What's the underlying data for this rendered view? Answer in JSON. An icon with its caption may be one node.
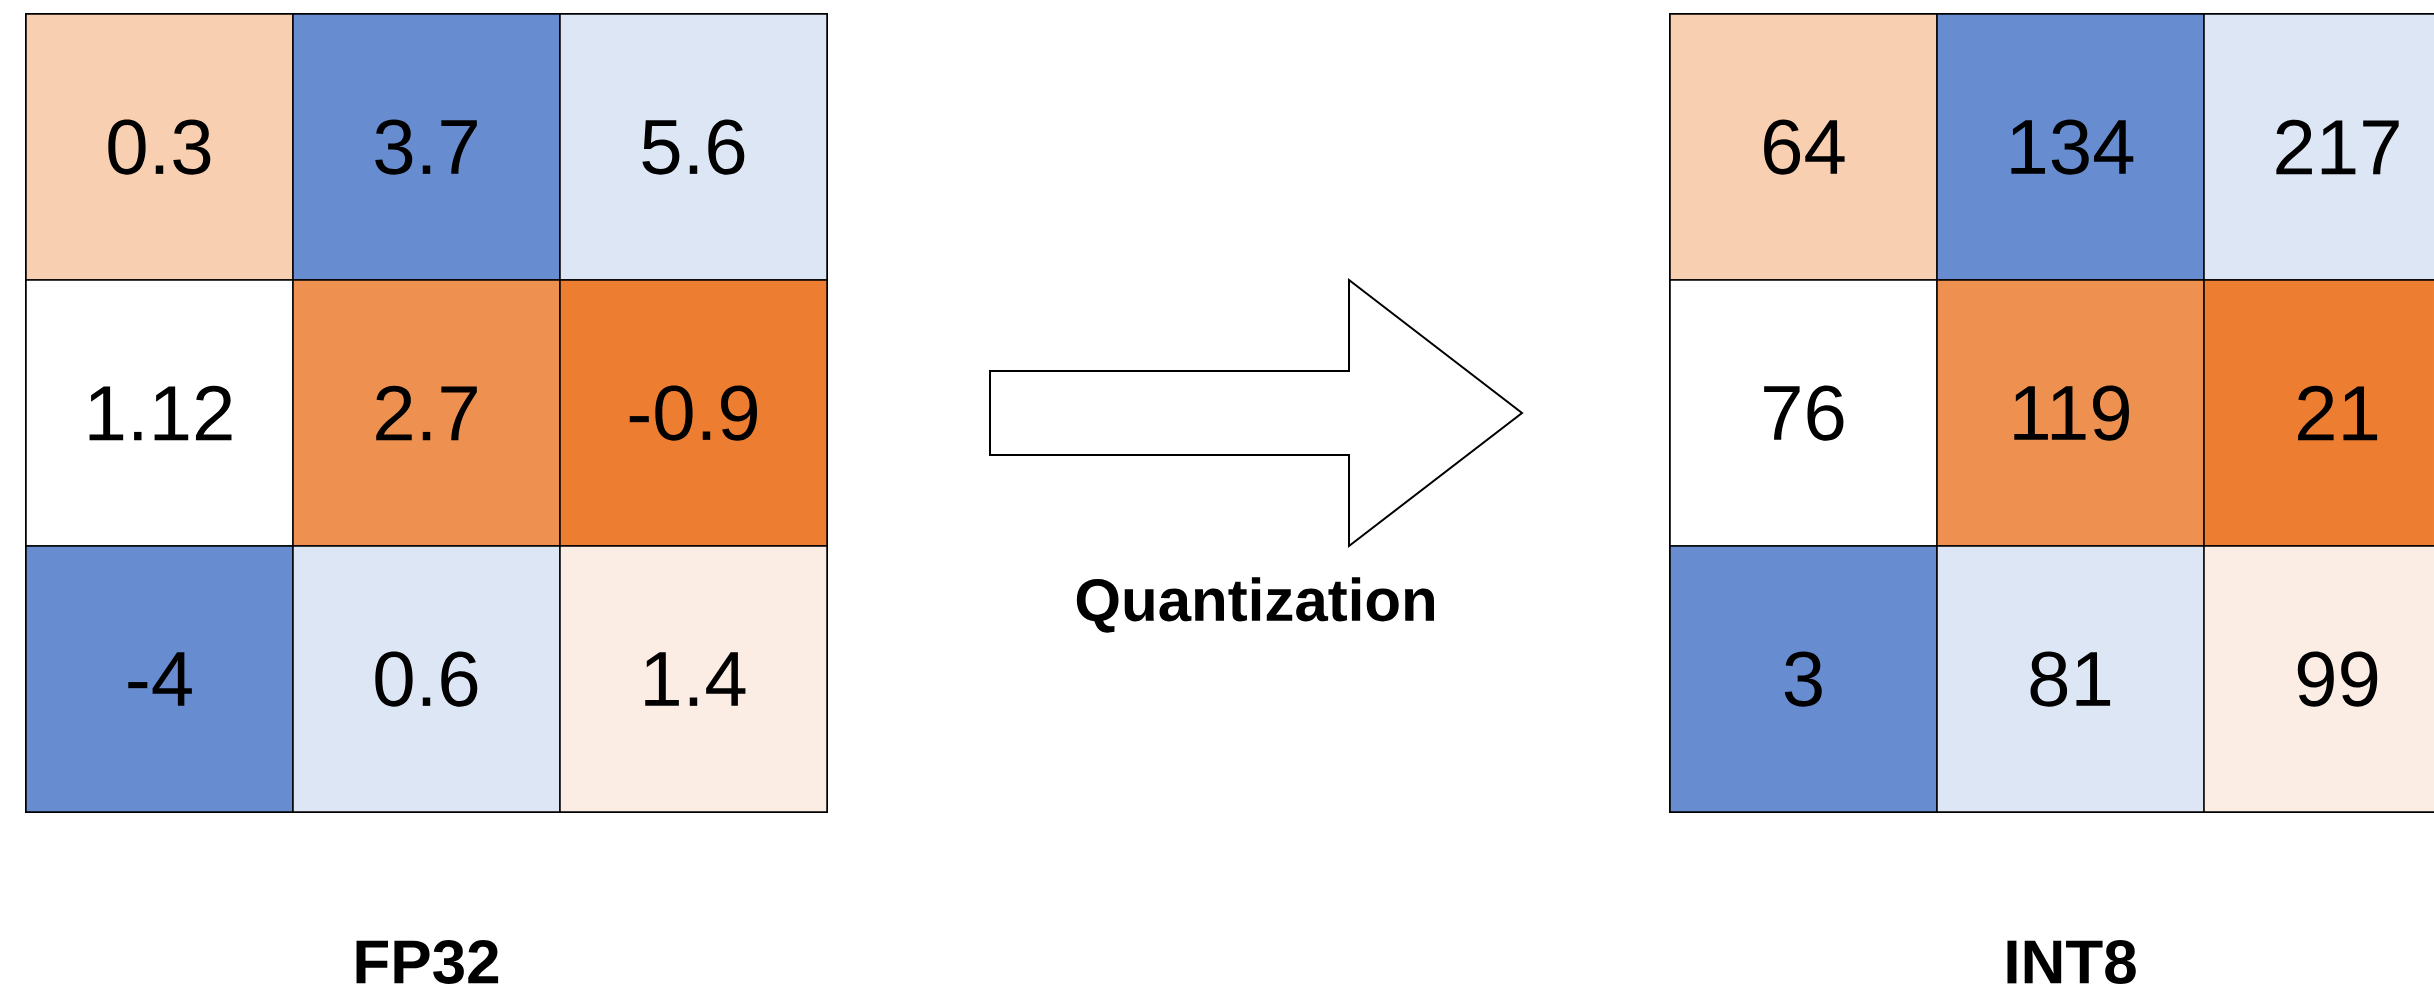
{
  "diagram": {
    "nodes": [
      {
        "text": [
          "FP32"
        ]
      },
      {
        "text": [
          "0.3"
        ],
        "in": 0
      },
      {
        "text": [
          "3.7"
        ],
        "in": 0
      },
      {
        "text": [
          "5.6"
        ],
        "in": 0
      },
      {
        "text": [
          "1.12"
        ],
        "in": 0
      },
      {
        "text": [
          "2.7"
        ],
        "in": 0
      },
      {
        "text": [
          "-0.9"
        ],
        "in": 0
      },
      {
        "text": [
          "-4"
        ],
        "in": 0
      },
      {
        "text": [
          "0.6"
        ],
        "in": 0
      },
      {
        "text": [
          "1.4"
        ],
        "in": 0
      },
      {
        "text": [
          "INT8"
        ]
      },
      {
        "text": [
          "64"
        ],
        "in": 10
      },
      {
        "text": [
          "134"
        ],
        "in": 10
      },
      {
        "text": [
          "217"
        ],
        "in": 10
      },
      {
        "text": [
          "76"
        ],
        "in": 10
      },
      {
        "text": [
          "119"
        ],
        "in": 10
      },
      {
        "text": [
          "21"
        ],
        "in": 10
      },
      {
        "text": [
          "3"
        ],
        "in": 10
      },
      {
        "text": [
          "81"
        ],
        "in": 10
      },
      {
        "text": [
          "99"
        ],
        "in": 10
      }
    ],
    "edges": [
      {
        "from": 0,
        "to": 10,
        "arrow": "to",
        "label": "Quantization"
      }
    ]
  }
}
